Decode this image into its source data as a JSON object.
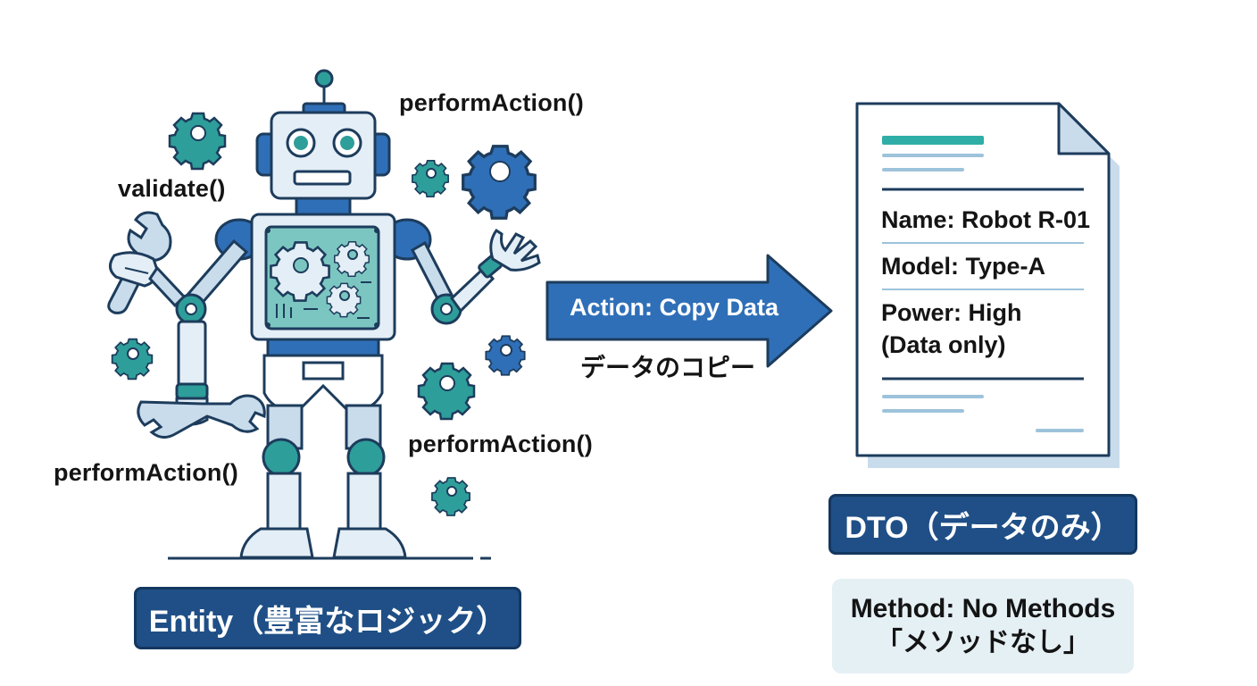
{
  "entity": {
    "methods": {
      "perform_action_top": "performAction()",
      "validate": "validate()",
      "perform_action_right": "performAction()",
      "perform_action_left": "performAction()"
    },
    "badge": "Entity（豊富なロジック）"
  },
  "arrow": {
    "label": "Action: Copy Data",
    "sublabel": "データのコピー"
  },
  "dto": {
    "fields": {
      "name": "Name: Robot R-01",
      "model": "Model: Type-A",
      "power": "Power: High",
      "note": "(Data only)"
    },
    "badge": "DTO（データのみ）",
    "method_note": {
      "line1": "Method: No Methods",
      "line2": "「メソッドなし」"
    }
  },
  "colors": {
    "navy": "#1f4f86",
    "blue": "#2f6fb7",
    "teal": "#2e9e9a",
    "light_blue": "#c9dcec",
    "outline": "#1d3c5c"
  }
}
